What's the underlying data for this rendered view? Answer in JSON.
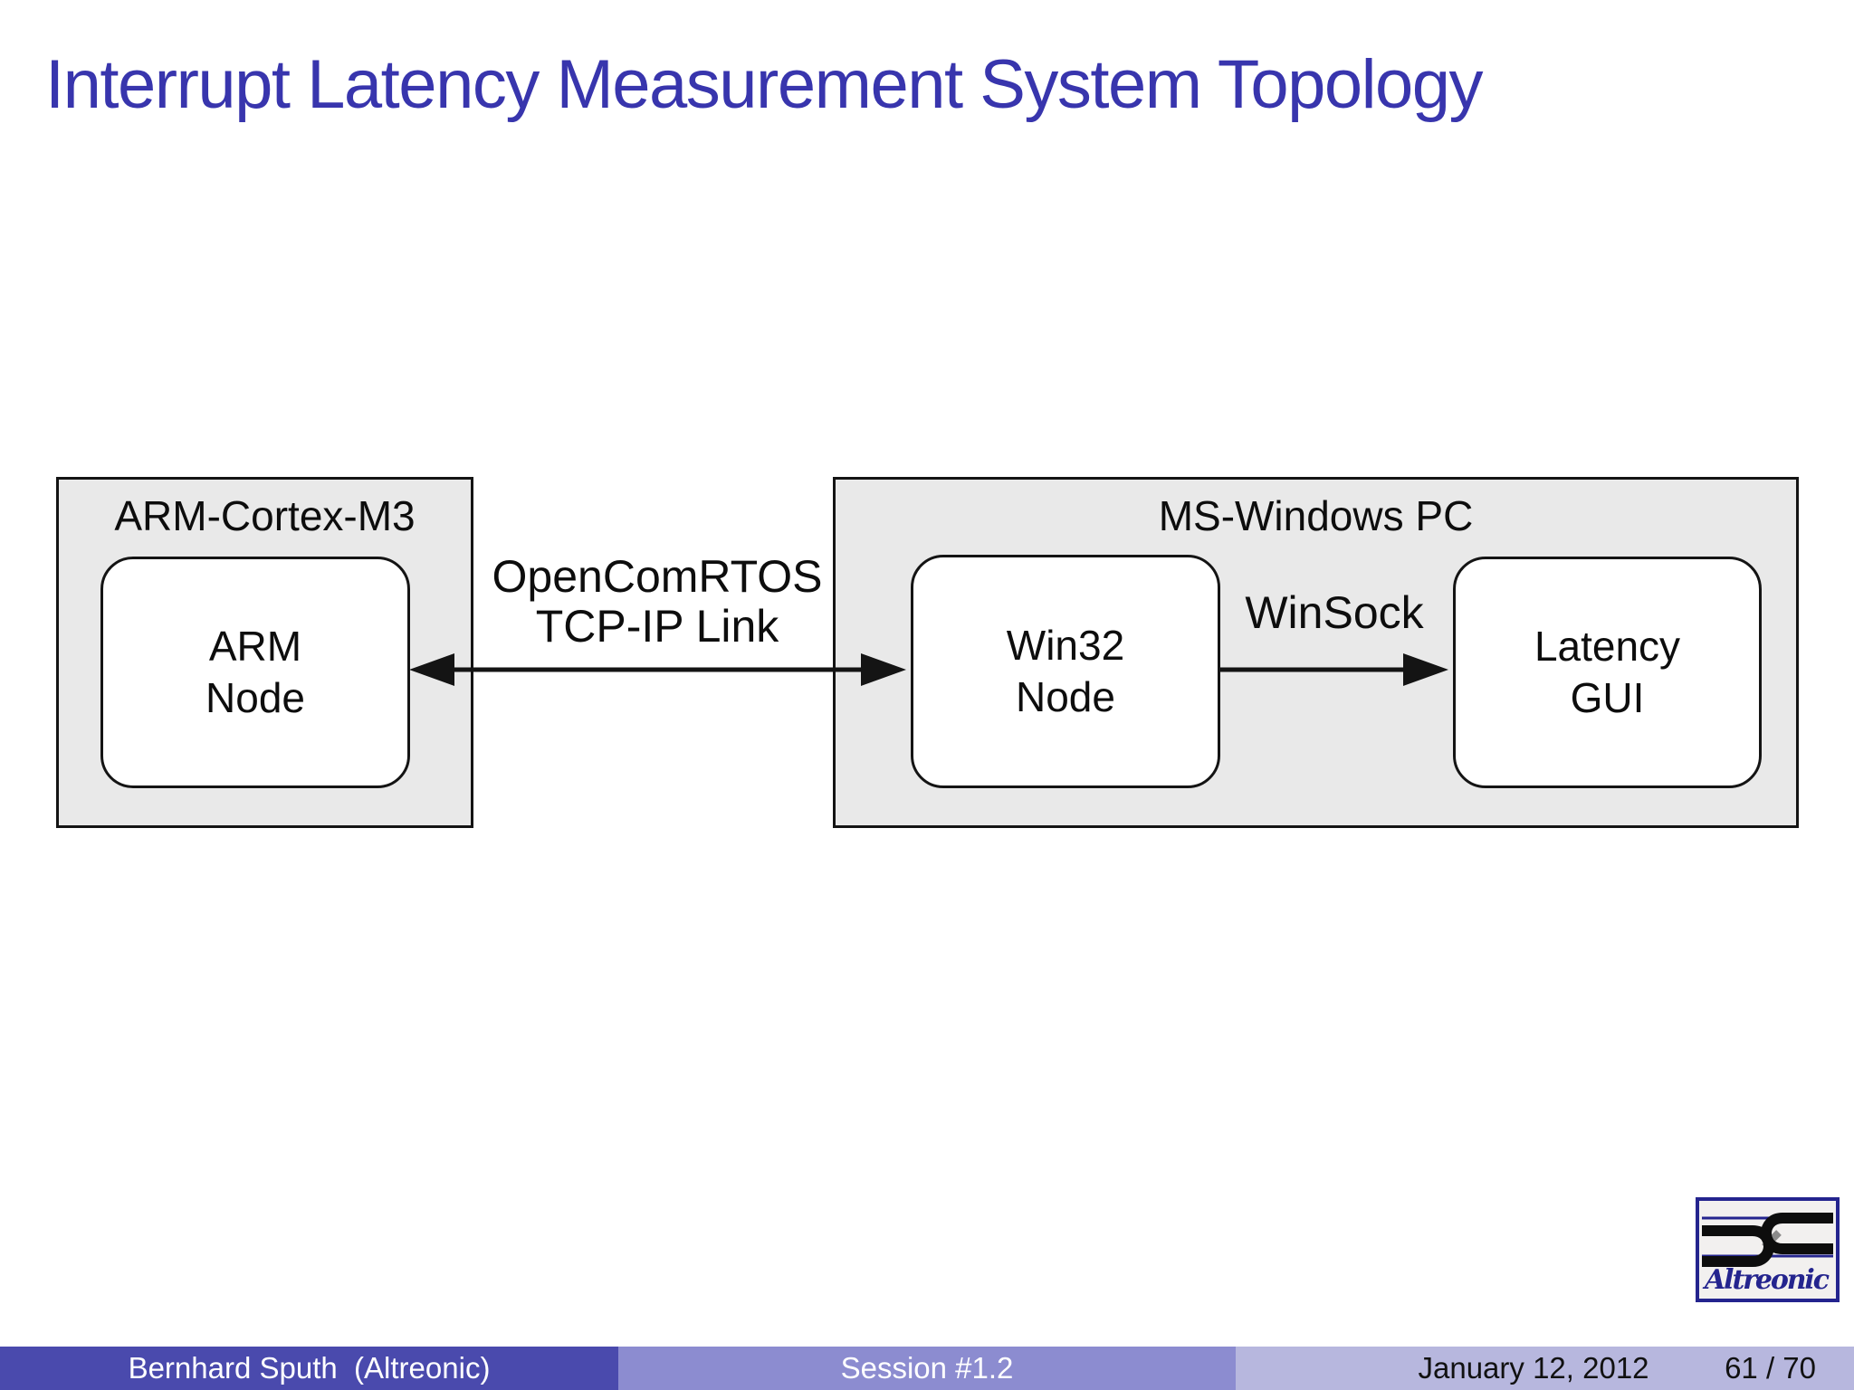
{
  "title": "Interrupt Latency Measurement System Topology",
  "colors": {
    "title": "#3835ad",
    "boxfill": "#e9e9e9",
    "stroke": "#141414",
    "f1": "#4a4aad",
    "f2": "#8c8cd0",
    "f3": "#b7b7de",
    "logo_navy": "#24248e"
  },
  "diagram": {
    "arm_group": {
      "title": "ARM-Cortex-M3",
      "node": "ARM\nNode"
    },
    "pc_group": {
      "title": "MS-Windows PC",
      "win32_node": "Win32\nNode",
      "latency_node": "Latency\nGUI"
    },
    "links": {
      "tcp": "OpenComRTOS\nTCP-IP Link",
      "winsock": "WinSock"
    }
  },
  "logo": {
    "text": "Altreonic"
  },
  "footer": {
    "author": "Bernhard Sputh  (Altreonic)",
    "session": "Session #1.2",
    "date": "January 12, 2012",
    "frame": "61 / 70"
  }
}
